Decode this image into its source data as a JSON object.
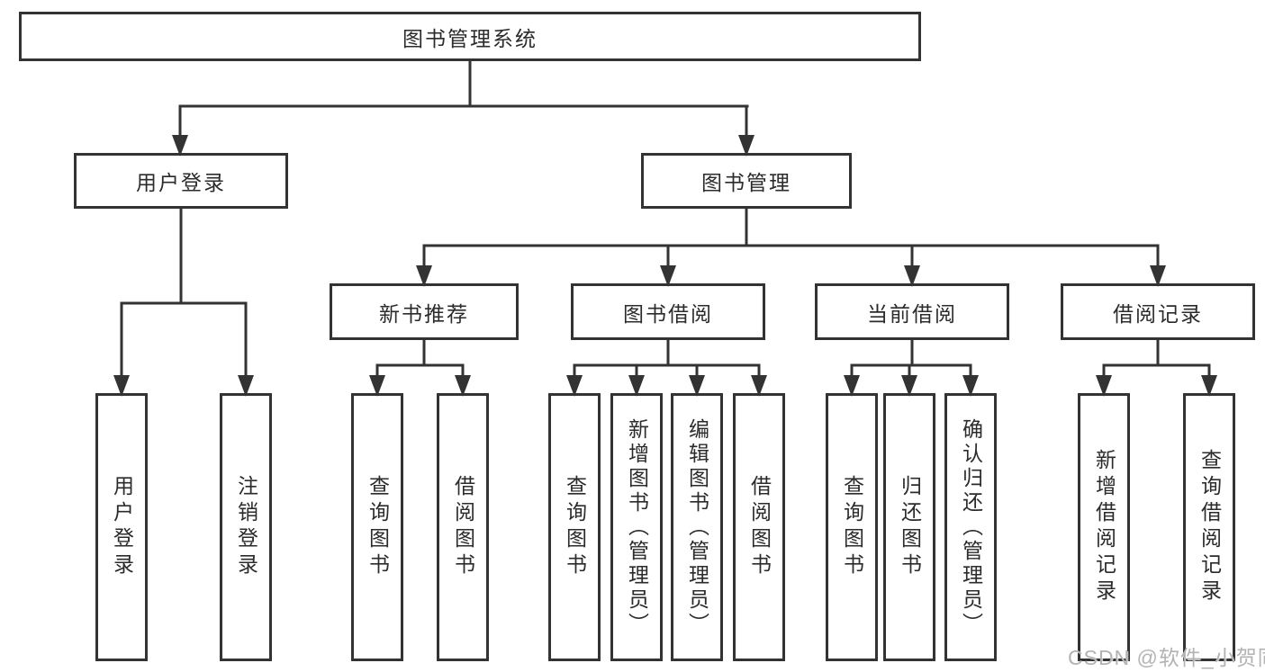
{
  "diagram": {
    "title": "图书管理系统",
    "root": {
      "label": "图书管理系统"
    },
    "level1": [
      {
        "label": "用户登录"
      },
      {
        "label": "图书管理"
      }
    ],
    "level2": [
      {
        "label": "新书推荐"
      },
      {
        "label": "图书借阅"
      },
      {
        "label": "当前借阅"
      },
      {
        "label": "借阅记录"
      }
    ],
    "leaves": [
      {
        "label": "用户登录",
        "parent": "用户登录"
      },
      {
        "label": "注销登录",
        "parent": "用户登录"
      },
      {
        "label": "查询图书",
        "parent": "新书推荐"
      },
      {
        "label": "借阅图书",
        "parent": "新书推荐"
      },
      {
        "label": "查询图书",
        "parent": "图书借阅"
      },
      {
        "label": "新增图书（管理员）",
        "parent": "图书借阅"
      },
      {
        "label": "编辑图书（管理员）",
        "parent": "图书借阅"
      },
      {
        "label": "借阅图书",
        "parent": "图书借阅"
      },
      {
        "label": "查询图书",
        "parent": "当前借阅"
      },
      {
        "label": "归还图书",
        "parent": "当前借阅"
      },
      {
        "label": "确认归还（管理员）",
        "parent": "当前借阅"
      },
      {
        "label": "新增借阅记录",
        "parent": "借阅记录"
      },
      {
        "label": "查询借阅记录",
        "parent": "借阅记录"
      }
    ]
  },
  "watermark": {
    "text": "CSDN @软件_小贺同学"
  },
  "colors": {
    "line": "#333333",
    "background": "#ffffff",
    "watermark": "#b3b3b3"
  }
}
